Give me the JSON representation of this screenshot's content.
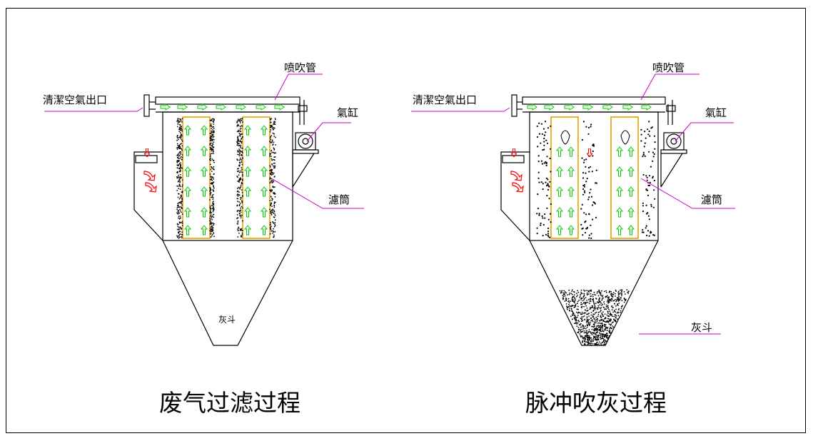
{
  "left": {
    "title": "废气过滤过程",
    "labels": {
      "pipe": "喷吹管",
      "outlet": "清潔空氣出口",
      "cylinder": "氣缸",
      "filter": "濾筒",
      "hopper": "灰斗"
    }
  },
  "right": {
    "title": "脉冲吹灰过程",
    "labels": {
      "pipe": "喷吹管",
      "outlet": "清潔空氣出口",
      "cylinder": "氣缸",
      "filter": "濾筒",
      "hopper": "灰斗"
    }
  },
  "colors": {
    "leader": "#cc00cc",
    "airflow": "#00cc00",
    "inflow": "#ff0000",
    "cartridge": "#e8a000",
    "line": "#000000"
  }
}
